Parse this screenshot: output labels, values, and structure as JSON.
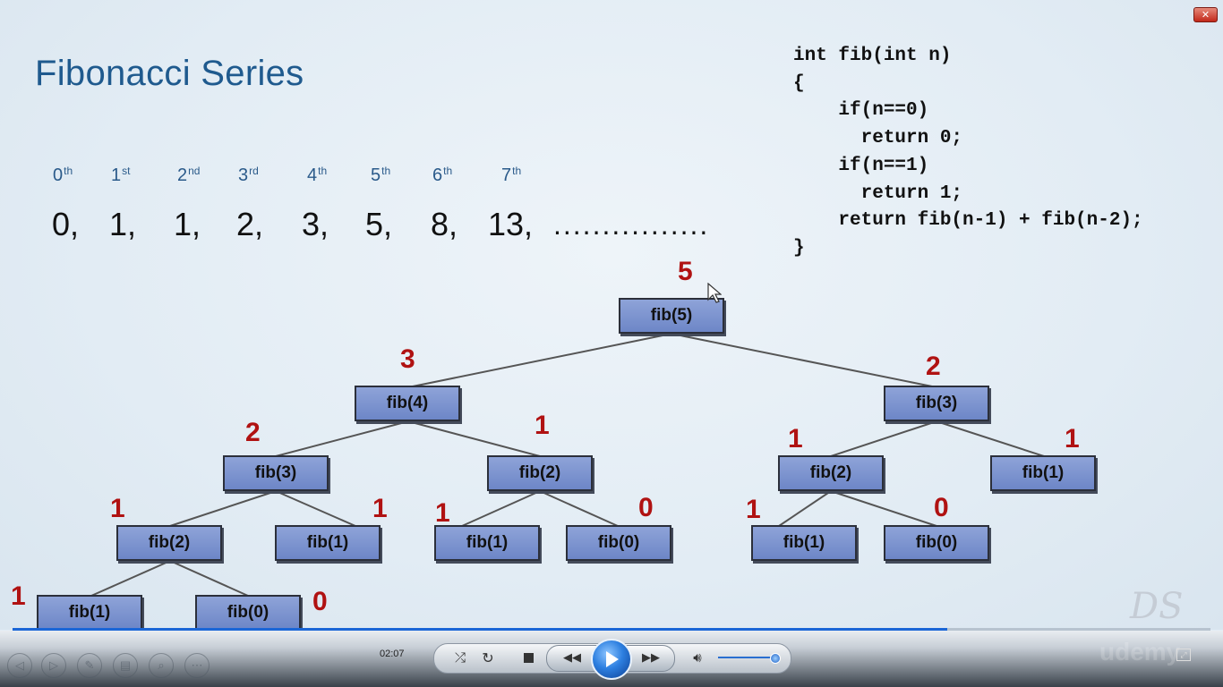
{
  "slide": {
    "title": "Fibonacci Series",
    "indices": [
      {
        "n": "0",
        "suffix": "th"
      },
      {
        "n": "1",
        "suffix": "st"
      },
      {
        "n": "2",
        "suffix": "nd"
      },
      {
        "n": "3",
        "suffix": "rd"
      },
      {
        "n": "4",
        "suffix": "th"
      },
      {
        "n": "5",
        "suffix": "th"
      },
      {
        "n": "6",
        "suffix": "th"
      },
      {
        "n": "7",
        "suffix": "th"
      }
    ],
    "sequence": [
      "0,",
      "1,",
      "1,",
      "2,",
      "3,",
      "5,",
      "8,",
      "13,"
    ],
    "ellipsis": "................",
    "code": [
      "int fib(int n)",
      "{",
      "    if(n==0)",
      "      return 0;",
      "    if(n==1)",
      "      return 1;",
      "    return fib(n-1) + fib(n-2);",
      "}"
    ],
    "tree": {
      "nodes": {
        "root": {
          "label": "fib(5)",
          "value": "5"
        },
        "l": {
          "label": "fib(4)",
          "value": "3"
        },
        "r": {
          "label": "fib(3)",
          "value": "2"
        },
        "ll": {
          "label": "fib(3)",
          "value": "2"
        },
        "lr": {
          "label": "fib(2)",
          "value": "1"
        },
        "rl": {
          "label": "fib(2)",
          "value": "1"
        },
        "rr": {
          "label": "fib(1)",
          "value": "1"
        },
        "lll": {
          "label": "fib(2)",
          "value": "1"
        },
        "llr": {
          "label": "fib(1)",
          "value": "1"
        },
        "lrl": {
          "label": "fib(1)",
          "value": "1"
        },
        "lrr": {
          "label": "fib(0)",
          "value": "0"
        },
        "rll": {
          "label": "fib(1)",
          "value": "1"
        },
        "rlr": {
          "label": "fib(0)",
          "value": "0"
        },
        "llll": {
          "label": "fib(1)",
          "value": "1"
        },
        "lllr": {
          "label": "fib(0)",
          "value": "0"
        }
      }
    },
    "watermark": "DS"
  },
  "player": {
    "time": "02:07",
    "progress_fraction": 0.78,
    "volume_fraction": 0.9,
    "icons": {
      "shuffle": "shuffle-icon",
      "repeat": "repeat-icon",
      "stop": "stop-icon",
      "previous": "previous-icon",
      "play": "play-icon",
      "next": "next-icon",
      "volume": "volume-icon",
      "close": "close-icon",
      "fullscreen": "fullscreen-icon"
    },
    "colors": {
      "accent": "#1b66d6",
      "node_fill": "#7d94cf",
      "value_red": "#b01212",
      "title_blue": "#1f5a8e"
    }
  }
}
